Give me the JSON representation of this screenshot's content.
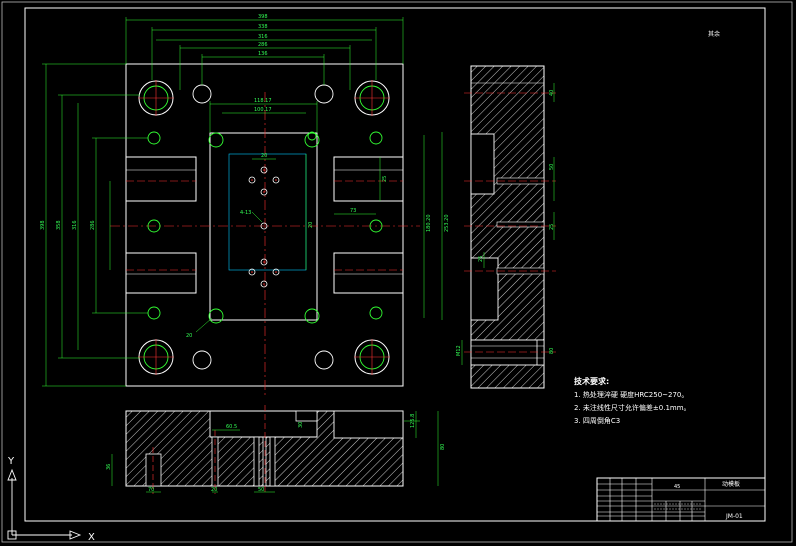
{
  "drawing": {
    "corner_note": "其余",
    "tech_requirements": {
      "title": "技术要求:",
      "items": [
        "1. 热处理淬硬  硬度HRC250~270。",
        "2. 未注线性尺寸允许偏差±0.1mm。",
        "3. 四周倒角C3"
      ]
    },
    "title_block": {
      "part_name": "动模板",
      "drawing_no": "JM-01",
      "scale": "45"
    },
    "dims": {
      "top_1": "398",
      "top_2": "338",
      "top_3": "316",
      "top_4": "286",
      "top_5": "136",
      "mid_1": "118.17",
      "mid_2": "100.17",
      "small_1": "20",
      "left_1": "398",
      "left_2": "358",
      "left_3": "316",
      "left_4": "286",
      "right_1": "180.20",
      "right_2": "253.20",
      "side_h_1": "50",
      "side_h_2": "25",
      "center_1": "20",
      "center_2": "73",
      "bottom_1": "60.5",
      "bottom_2": "70",
      "bottom_3": "30",
      "bottom_4": "80",
      "bottom_5": "125.8",
      "bottom_6": "36",
      "side_view_1": "40",
      "side_view_2": "80",
      "side_view_3": "M12",
      "diag_1": "4-13"
    },
    "axes": {
      "y_label": "Y",
      "x_label": "X"
    }
  }
}
